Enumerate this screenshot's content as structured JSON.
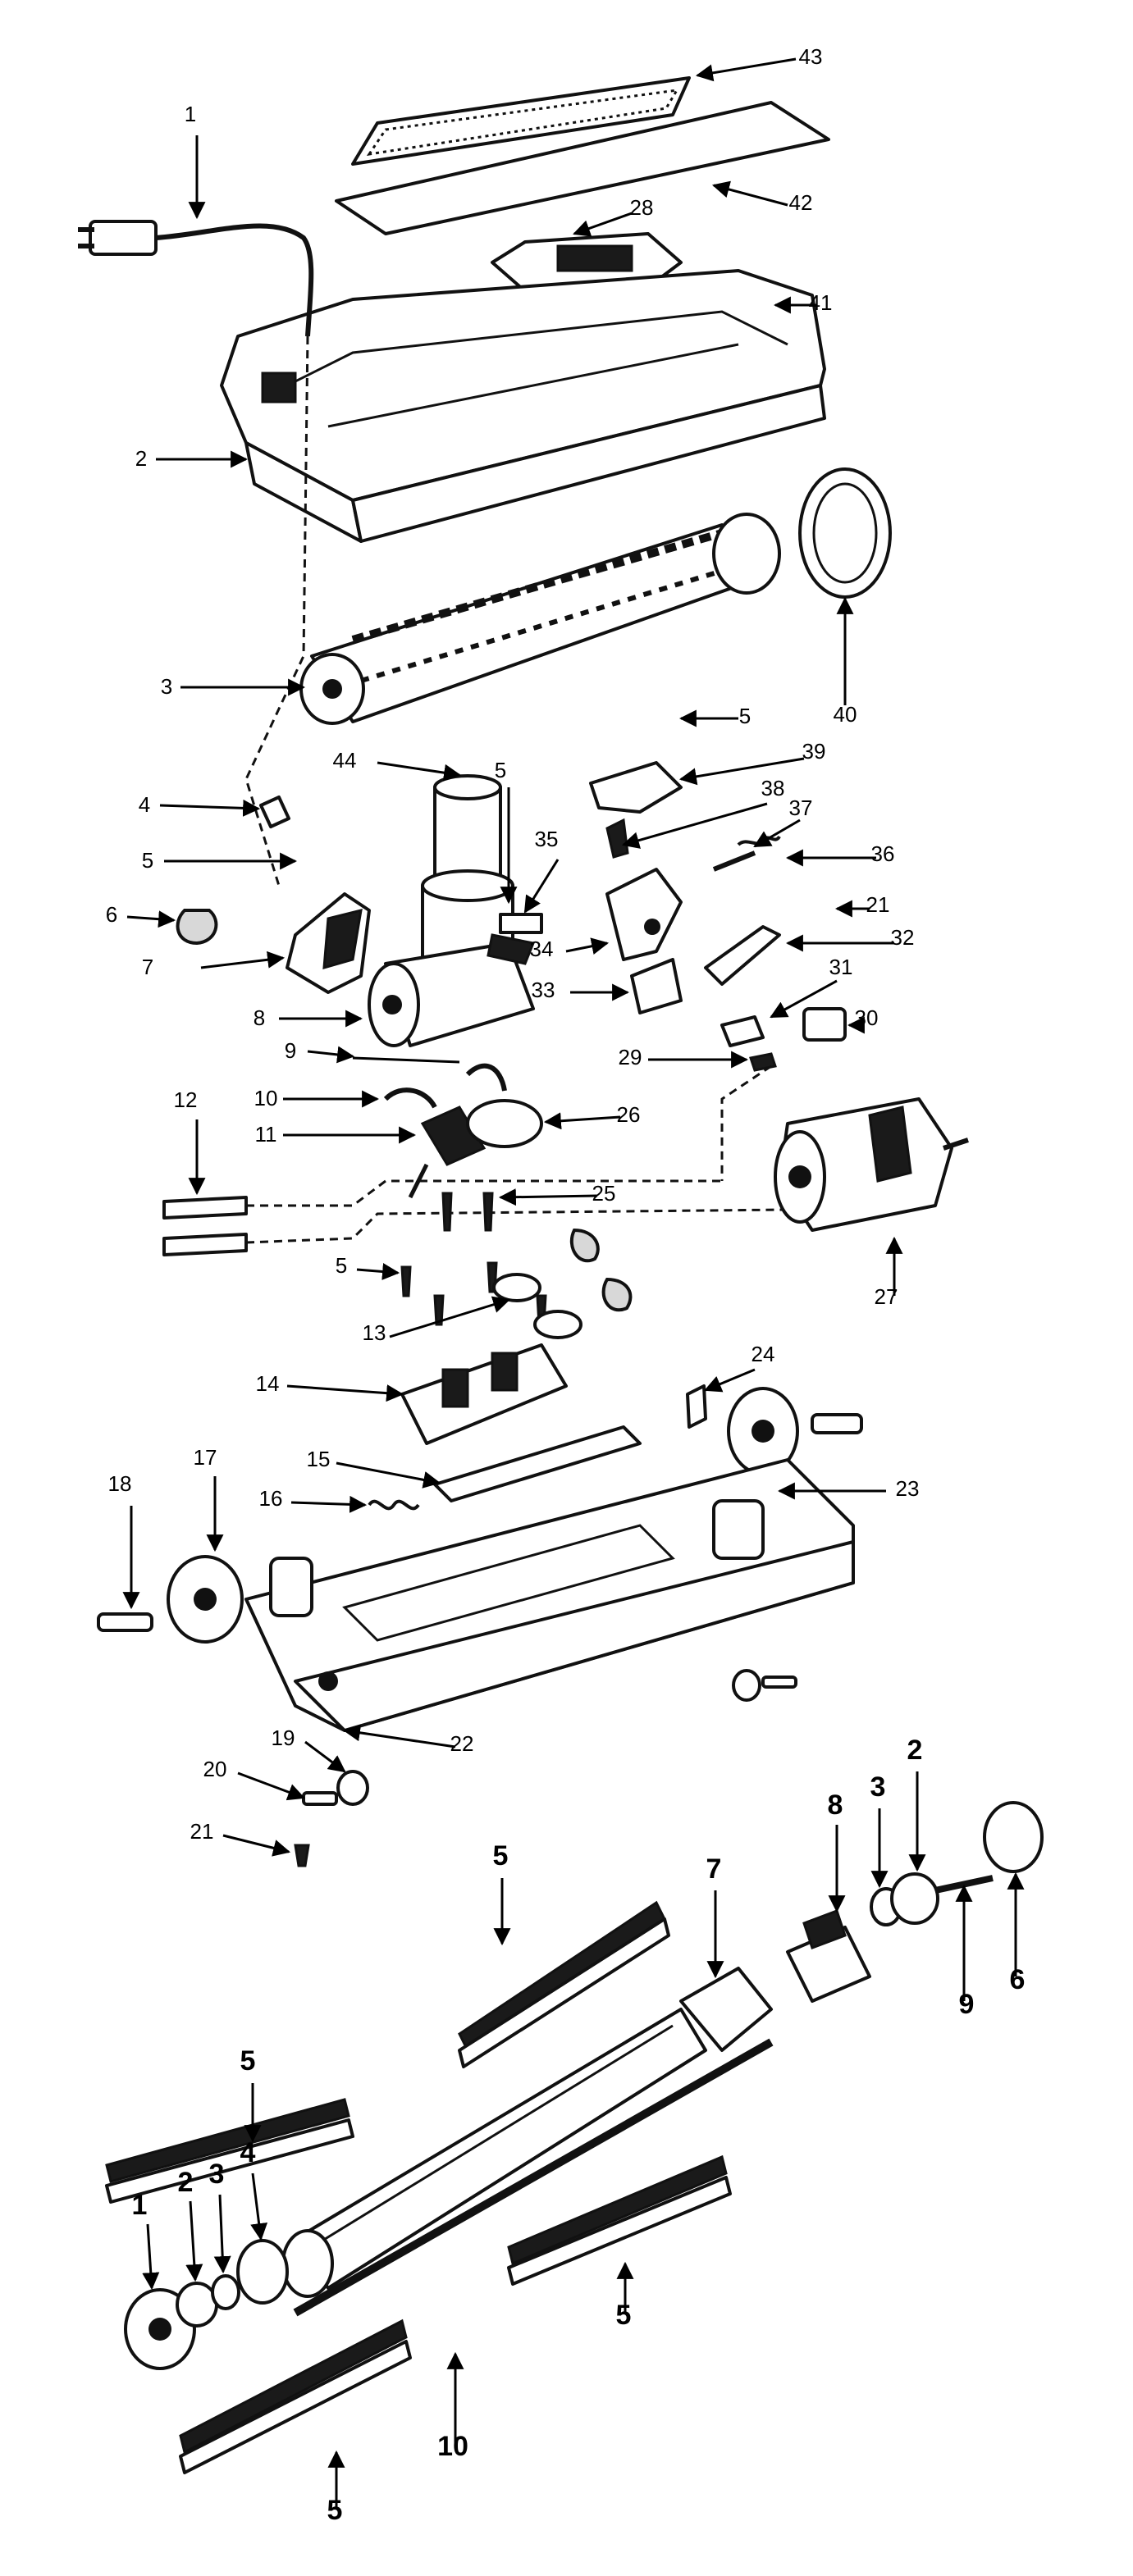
{
  "upper_callouts": [
    "1",
    "2",
    "3",
    "4",
    "5",
    "6",
    "7",
    "8",
    "9",
    "10",
    "11",
    "12",
    "13",
    "14",
    "15",
    "16",
    "17",
    "18",
    "19",
    "20",
    "21",
    "22",
    "23",
    "24",
    "25",
    "26",
    "27",
    "28",
    "29",
    "30",
    "31",
    "32",
    "33",
    "34",
    "35",
    "36",
    "37",
    "38",
    "39",
    "40",
    "41",
    "42",
    "43",
    "44",
    "5",
    "5",
    "5",
    "21"
  ],
  "lower_callouts": [
    "1",
    "2",
    "3",
    "4",
    "5",
    "5",
    "5",
    "5",
    "7",
    "8",
    "3",
    "2",
    "6",
    "9",
    "10"
  ],
  "colors": {
    "ink": "#111111",
    "paper": "#ffffff"
  }
}
